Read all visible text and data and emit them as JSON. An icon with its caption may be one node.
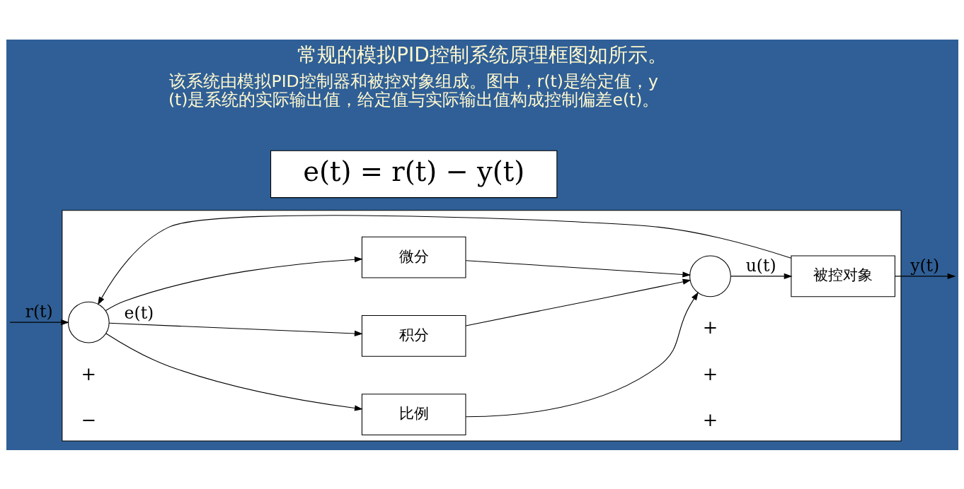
{
  "diagram": {
    "title": "常规的模拟PID控制系统原理框图如所示。",
    "nodes": [
      {
        "text": [],
        "shape": "box"
      },
      {
        "text": [],
        "shape": "circle",
        "in": 0
      },
      {
        "text": [
          "比例"
        ],
        "in": 0
      },
      {
        "text": [
          "积分"
        ],
        "in": 0
      },
      {
        "text": [
          "微分"
        ],
        "in": 0
      },
      {
        "text": [],
        "shape": "circle",
        "in": 0
      },
      {
        "text": [
          "被控对象"
        ],
        "in": 0
      }
    ],
    "edges": [
      {
        "from": null,
        "to": 1,
        "arrow": "to",
        "label": "r(t)"
      },
      {
        "from": 1,
        "to": 2,
        "arrow": "to"
      },
      {
        "from": 1,
        "to": 3,
        "arrow": "to",
        "label": "e(t)"
      },
      {
        "from": 1,
        "to": 4,
        "arrow": "to"
      },
      {
        "from": 2,
        "to": 5,
        "arrow": "to"
      },
      {
        "from": 3,
        "to": 5,
        "arrow": "to"
      },
      {
        "from": 4,
        "to": 5,
        "arrow": "to"
      },
      {
        "from": 5,
        "to": 6,
        "arrow": "to",
        "label": "u(t)"
      },
      {
        "from": 6,
        "to": null,
        "arrow": "to",
        "label": "y(t)"
      },
      {
        "from": 6,
        "to": 1,
        "arrow": "to"
      }
    ],
    "labels": [
      "+",
      "+",
      "+",
      "−",
      "+",
      "该系统由模拟PID控制器和被控对象组成。图中，r(t)是给定值，y(t)是系统的实际输出值，给定值与实际输出值构成控制偏差e(t)。",
      "e(t) = r(t) − y(t)"
    ]
  }
}
